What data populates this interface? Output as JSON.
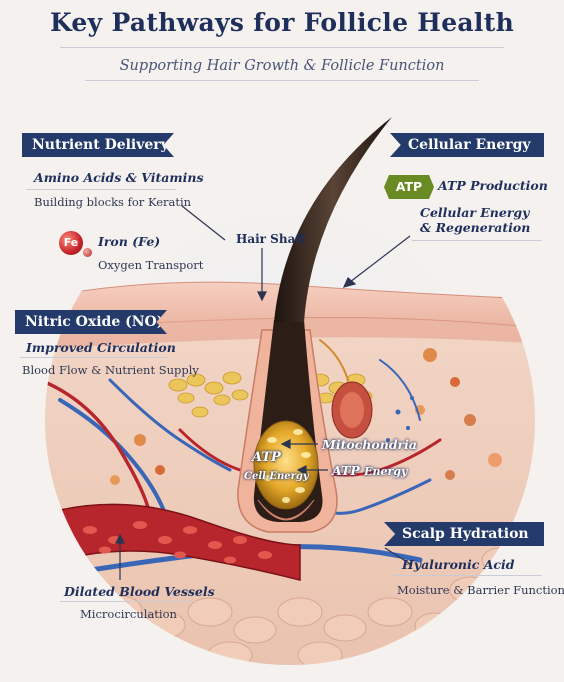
{
  "title": "Key Pathways for Follicle Health",
  "subtitle": "Supporting Hair Growth & Follicle Function",
  "sections": {
    "nutrient_delivery": {
      "banner": "Nutrient Delivery",
      "heading": "Amino Acids & Vitamins",
      "description": "Building blocks for Keratin",
      "iron_badge": "Fe",
      "iron_label": "Iron (Fe)",
      "iron_description": "Oxygen Transport"
    },
    "cellular_energy": {
      "banner": "Cellular Energy",
      "atp_badge": "ATP",
      "atp_label": "ATP Production",
      "detail_line1": "Cellular Energy",
      "detail_line2": "& Regeneration"
    },
    "nitric_oxide": {
      "banner": "Nitric Oxide (NO)",
      "heading": "Improved Circulation",
      "description": "Blood Flow & Nutrient Supply"
    },
    "scalp_hydration": {
      "banner": "Scalp Hydration",
      "heading": "Hyaluronic Acid",
      "description": "Moisture & Barrier Function"
    },
    "blood_vessels": {
      "heading": "Dilated Blood Vessels",
      "description": "Microcirculation"
    }
  },
  "annotations": {
    "hair_shaft": "Hair Shaft",
    "mitochondria": "Mitochondria",
    "atp_energy_prefix": "ATP",
    "atp_energy_suffix": "Energy",
    "bulb_atp": "ATP",
    "bulb_cell_energy": "Cell Energy"
  },
  "colors": {
    "banner": "#243a6b",
    "title": "#1f2f5c",
    "skin": "#f2c3b2",
    "hair": "#2f211b",
    "vessel_red": "#b8262d",
    "vessel_blue": "#3a66b8",
    "atp_green": "#6a8a24"
  }
}
